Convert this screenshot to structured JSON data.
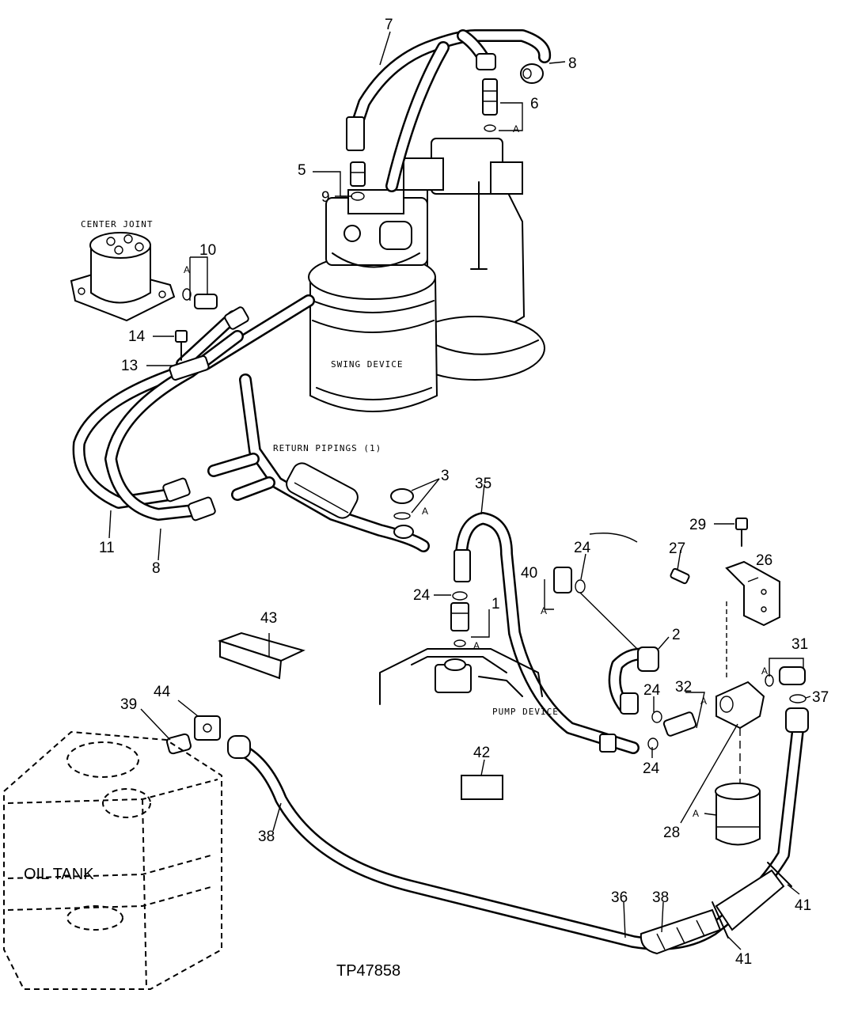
{
  "labels": {
    "center_joint": "CENTER JOINT",
    "swing_device": "SWING DEVICE",
    "return_pipings": "RETURN PIPINGS (1)",
    "pump_device": "PUMP DEVICE",
    "oil_tank": "OIL TANK",
    "figure_id": "TP47858"
  },
  "detail_marker": "A",
  "callouts": {
    "p1": "1",
    "p2": "2",
    "p3": "3",
    "p5": "5",
    "p6": "6",
    "p7": "7",
    "p8a": "8",
    "p8b": "8",
    "p9": "9",
    "p10": "10",
    "p11": "11",
    "p13": "13",
    "p14": "14",
    "p24a": "24",
    "p24b": "24",
    "p24c": "24",
    "p24d": "24",
    "p26": "26",
    "p27": "27",
    "p28": "28",
    "p29": "29",
    "p31": "31",
    "p32": "32",
    "p35": "35",
    "p36": "36",
    "p37": "37",
    "p38a": "38",
    "p38b": "38",
    "p39": "39",
    "p40": "40",
    "p41a": "41",
    "p41b": "41",
    "p42": "42",
    "p43": "43",
    "p44": "44"
  }
}
